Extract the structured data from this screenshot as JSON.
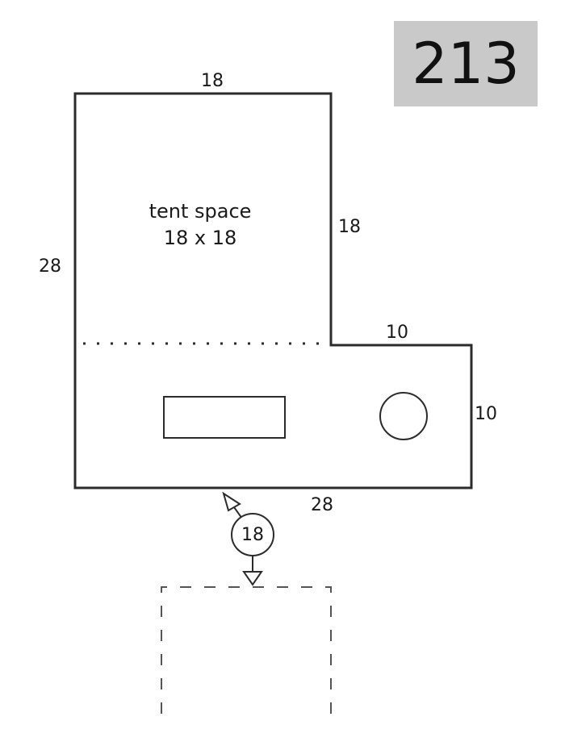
{
  "site_number": "213",
  "tent_space": {
    "label": "tent space",
    "size": "18 x 18"
  },
  "dimensions": {
    "top": "18",
    "left": "28",
    "inner_right": "18",
    "step_top": "10",
    "step_right": "10",
    "bottom": "28"
  },
  "parking_spur": {
    "length": "18"
  }
}
